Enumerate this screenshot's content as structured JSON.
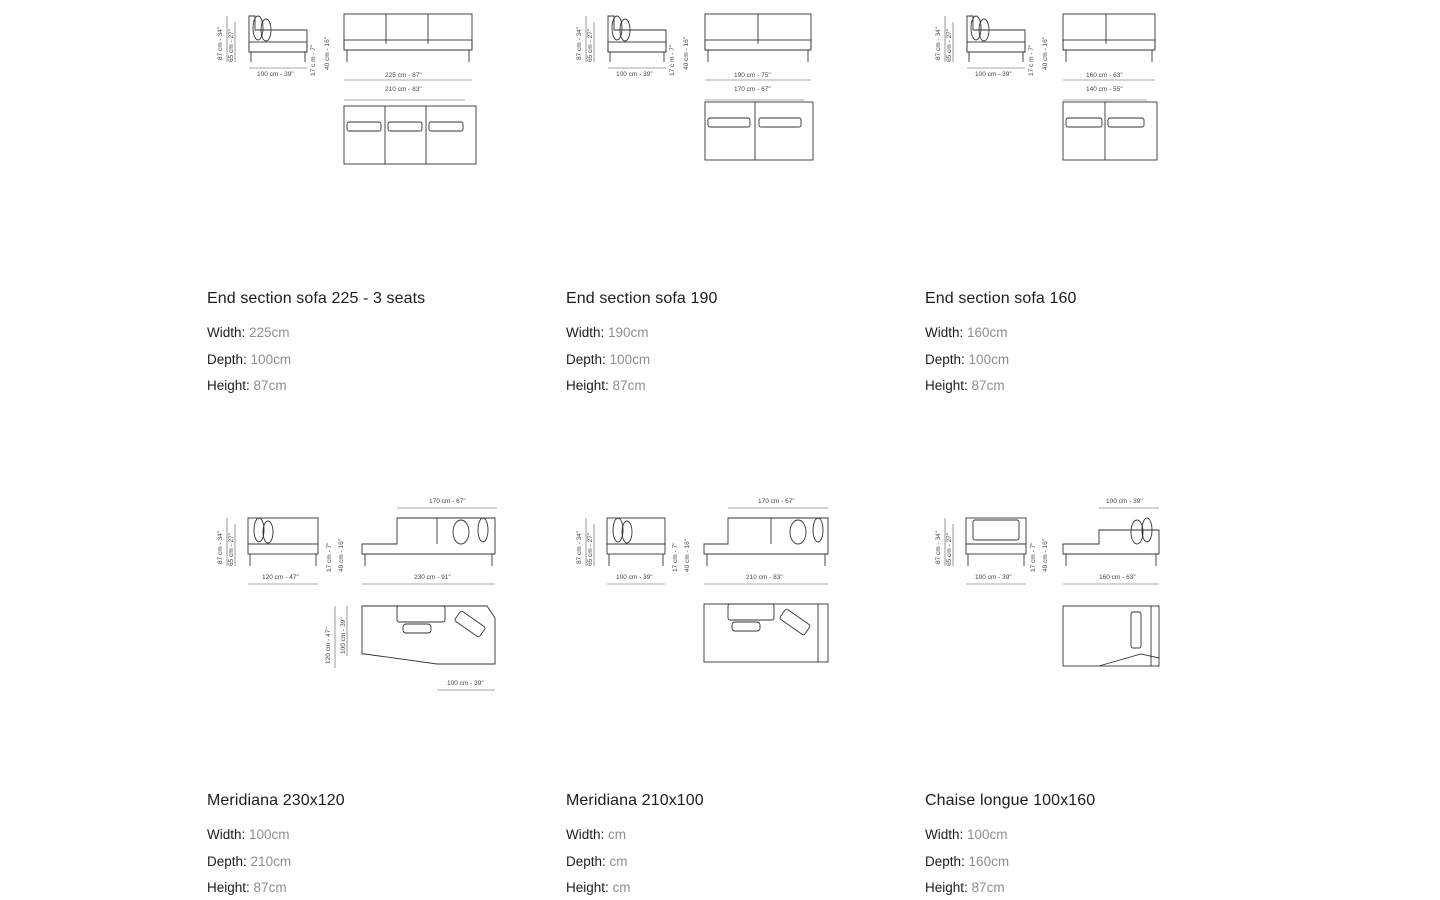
{
  "products": [
    {
      "title": "End section sofa 225 - 3 seats",
      "specs": [
        {
          "label": "Width:",
          "value": "225cm"
        },
        {
          "label": "Depth:",
          "value": "100cm"
        },
        {
          "label": "Height:",
          "value": "87cm"
        }
      ],
      "dims": {
        "h1": "87 cm - 34\"",
        "h2": "65 cm - 27\"",
        "h3": "17 c m - 7\"",
        "h4": "40 cm - 16\"",
        "d": "100 cm - 39\"",
        "w1": "225 cm - 87\"",
        "w2": "210 cm - 83\""
      }
    },
    {
      "title": "End section sofa 190",
      "specs": [
        {
          "label": "Width:",
          "value": "190cm"
        },
        {
          "label": "Depth:",
          "value": "100cm"
        },
        {
          "label": "Height:",
          "value": "87cm"
        }
      ],
      "dims": {
        "h1": "87 cm - 34\"",
        "h2": "65 cm - 27\"",
        "h3": "17 c m - 7\"",
        "h4": "40 cm - 16\"",
        "d": "100 cm - 39\"",
        "w1": "190 cm - 75\"",
        "w2": "170 cm - 67\""
      }
    },
    {
      "title": "End section sofa 160",
      "specs": [
        {
          "label": "Width:",
          "value": "160cm"
        },
        {
          "label": "Depth:",
          "value": "100cm"
        },
        {
          "label": "Height:",
          "value": "87cm"
        }
      ],
      "dims": {
        "h1": "87 cm - 34\"",
        "h2": "65 cm - 27\"",
        "h3": "17 c m - 7\"",
        "h4": "40 cm - 16\"",
        "d": "100 cm - 39\"",
        "w1": "160 cm - 63\"",
        "w2": "140 cm - 55\""
      }
    },
    {
      "title": "Meridiana 230x120",
      "specs": [
        {
          "label": "Width:",
          "value": "100cm"
        },
        {
          "label": "Depth:",
          "value": "210cm"
        },
        {
          "label": "Height:",
          "value": "87cm"
        }
      ],
      "dims": {
        "h1": "87 cm - 34\"",
        "h2": "65 cm - 27\"",
        "h3": "17 cm - 7\"",
        "h4": "40 cm - 16\"",
        "d": "120 cm - 47\"",
        "top": "170 cm - 67\"",
        "w1": "230 cm - 91\"",
        "v1": "120 cm - 47\"",
        "v2": "100 cm - 39\"",
        "bot": "100 cm - 39\""
      }
    },
    {
      "title": "Meridiana 210x100",
      "specs": [
        {
          "label": "Width:",
          "value": "cm"
        },
        {
          "label": "Depth:",
          "value": "cm"
        },
        {
          "label": "Height:",
          "value": "cm"
        }
      ],
      "dims": {
        "h1": "87 cm - 34\"",
        "h2": "65 cm - 27\"",
        "h3": "17 cm - 7\"",
        "h4": "40 cm - 16\"",
        "d": "100 cm - 39\"",
        "top": "170 cm - 67\"",
        "w1": "210 cm - 83\""
      }
    },
    {
      "title": "Chaise longue 100x160",
      "specs": [
        {
          "label": "Width:",
          "value": "100cm"
        },
        {
          "label": "Depth:",
          "value": "160cm"
        },
        {
          "label": "Height:",
          "value": "87cm"
        }
      ],
      "dims": {
        "h1": "87 cm - 34\"",
        "h2": "65 cm - 27\"",
        "h3": "17 cm - 7\"",
        "h4": "40 cm - 16\"",
        "d": "100 cm - 39\"",
        "top": "100 cm - 39\"",
        "w1": "160 cm - 63\""
      }
    }
  ]
}
